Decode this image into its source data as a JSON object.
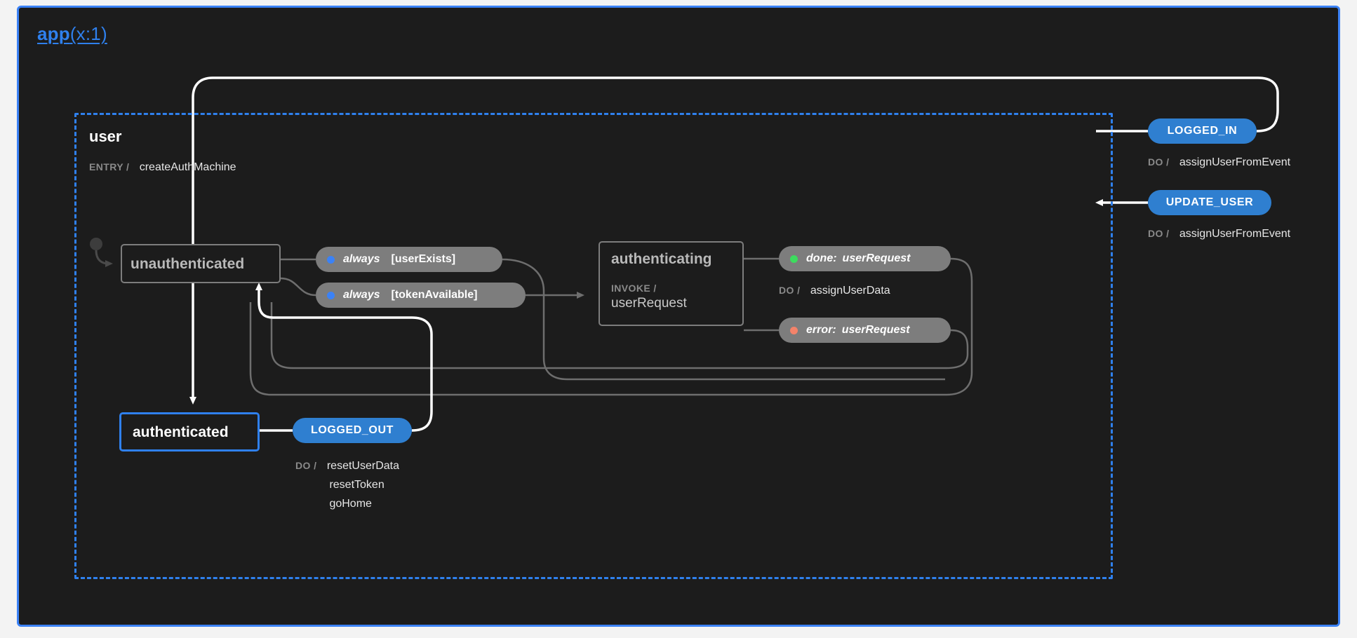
{
  "machine": {
    "key": "app",
    "context_label": "(x:1)",
    "accent_color": "#2f80ed",
    "background_color": "#1c1c1c",
    "page_background": "#f3f3f3"
  },
  "compound_state": {
    "name": "user",
    "entry_keyword": "ENTRY /",
    "entry_action": "createAuthMachine",
    "border_color": "#2f80ed",
    "border_style": "dashed"
  },
  "states": [
    {
      "id": "unauthenticated",
      "name": "unauthenticated",
      "active": false,
      "initial": true
    },
    {
      "id": "authenticating",
      "name": "authenticating",
      "active": false,
      "invoke_keyword": "INVOKE /",
      "invoke_src": "userRequest"
    },
    {
      "id": "authenticated",
      "name": "authenticated",
      "active": true
    }
  ],
  "transitions": [
    {
      "id": "always-userexists",
      "event": "always",
      "guard": "[userExists]",
      "dot": "blue",
      "style": "gray"
    },
    {
      "id": "always-tokenavailable",
      "event": "always",
      "guard": "[tokenAvailable]",
      "dot": "blue",
      "style": "gray"
    },
    {
      "id": "done-userrequest",
      "event": "done:",
      "event_detail": "userRequest",
      "dot": "green",
      "style": "gray",
      "actions_keyword": "DO /",
      "actions": [
        "assignUserData"
      ]
    },
    {
      "id": "error-userrequest",
      "event": "error:",
      "event_detail": "userRequest",
      "dot": "red",
      "style": "gray"
    },
    {
      "id": "logged-in",
      "event": "LOGGED_IN",
      "style": "blue",
      "actions_keyword": "DO /",
      "actions": [
        "assignUserFromEvent"
      ]
    },
    {
      "id": "update-user",
      "event": "UPDATE_USER",
      "style": "blue",
      "actions_keyword": "DO /",
      "actions": [
        "assignUserFromEvent"
      ]
    },
    {
      "id": "logged-out",
      "event": "LOGGED_OUT",
      "style": "blue",
      "actions_keyword": "DO /",
      "actions": [
        "resetUserData",
        "resetToken",
        "goHome"
      ]
    }
  ],
  "colors": {
    "accent_blue": "#2f80ed",
    "pill_blue": "#2f7fd0",
    "pill_gray": "#7d7d7d",
    "dot_blue": "#3b82f6",
    "dot_green": "#3ddc5e",
    "dot_red": "#f4836a",
    "edge_gray": "#6e6e6e",
    "edge_white": "#ffffff"
  }
}
